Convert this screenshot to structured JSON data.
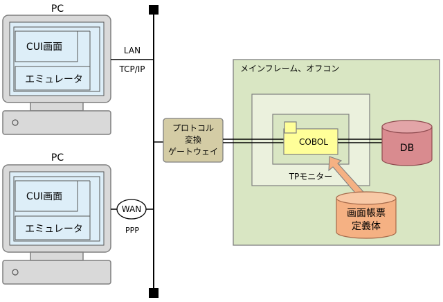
{
  "pc1": {
    "label": "PC",
    "screen_label": "CUI画面",
    "emulator_label": "エミュレータ"
  },
  "pc2": {
    "label": "PC",
    "screen_label": "CUI画面",
    "emulator_label": "エミュレータ"
  },
  "network": {
    "lan_label": "LAN",
    "tcpip_label": "TCP/IP",
    "wan_label": "WAN",
    "ppp_label": "PPP"
  },
  "gateway": {
    "line1": "プロトコル",
    "line2": "変換",
    "line3": "ゲートウェイ"
  },
  "mainframe": {
    "label": "メインフレーム、オフコン",
    "tp_monitor_label": "TPモニター",
    "cobol_label": "COBOL",
    "db_label": "DB",
    "form_def": {
      "line1": "画面帳票",
      "line2": "定義体"
    }
  },
  "colors": {
    "monitor_frame": "#d9d9d9",
    "screen_fill": "#ddeef8",
    "mainframe_fill": "#d9e6c3",
    "tp_fill": "#ebf1dd",
    "cobol_fill": "#ffff99",
    "db_fill": "#d98b8f",
    "form_fill": "#f5b183",
    "gateway_fill": "#d4cca5",
    "arrow_fill": "#f5b183"
  }
}
